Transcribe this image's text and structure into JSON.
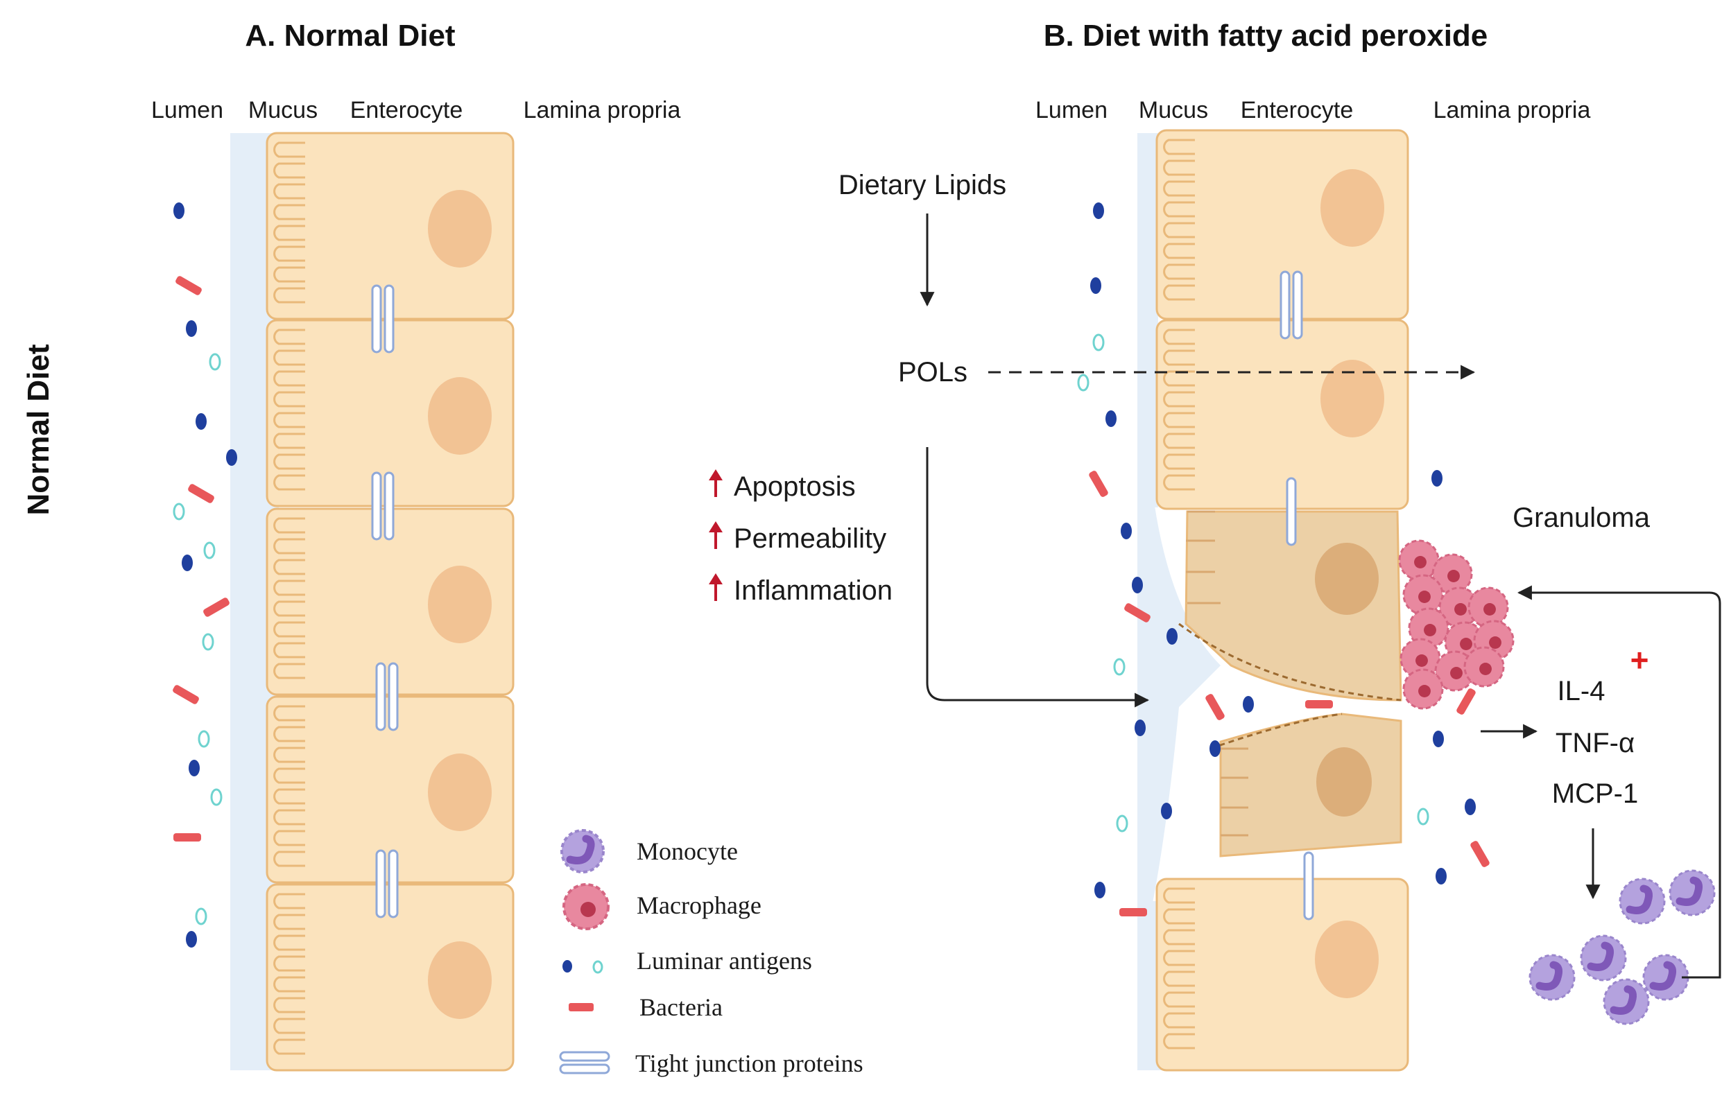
{
  "side_label": "Normal Diet",
  "panel_a": {
    "title": "A. Normal Diet",
    "headers": {
      "lumen": "Lumen",
      "mucus": "Mucus",
      "enterocyte": "Enterocyte",
      "lamina": "Lamina propria"
    }
  },
  "panel_b": {
    "title": "B. Diet with fatty acid peroxide",
    "headers": {
      "lumen": "Lumen",
      "mucus": "Mucus",
      "enterocyte": "Enterocyte",
      "lamina": "Lamina propria"
    },
    "dietary_lipids": "Dietary Lipids",
    "pols": "POLs",
    "effects": [
      "Apoptosis",
      "Permeability",
      "Inflammation"
    ],
    "granuloma": "Granuloma",
    "cytokines": [
      "IL-4",
      "TNF-α",
      "MCP-1"
    ],
    "plus_sign": "+"
  },
  "legend": {
    "monocyte": "Monocyte",
    "macrophage": "Macrophage",
    "antigens": "Luminar antigens",
    "bacteria": "Bacteria",
    "tight_junction": "Tight junction proteins"
  },
  "colors": {
    "cell_fill": "#fbe3bd",
    "cell_stroke": "#e9b97a",
    "nucleus": "#f2c394",
    "damaged_cell": "#ecd0a6",
    "mucus": "#e4eef8",
    "antigen_dark": "#1f3f9e",
    "antigen_light": "#6fd3cf",
    "bacteria": "#e8575a",
    "tight_junction": "#8fa8d8",
    "macrophage": "#e06f8d",
    "monocyte": "#a894d6",
    "up_arrow": "#c0182c",
    "plus": "#e02020"
  }
}
